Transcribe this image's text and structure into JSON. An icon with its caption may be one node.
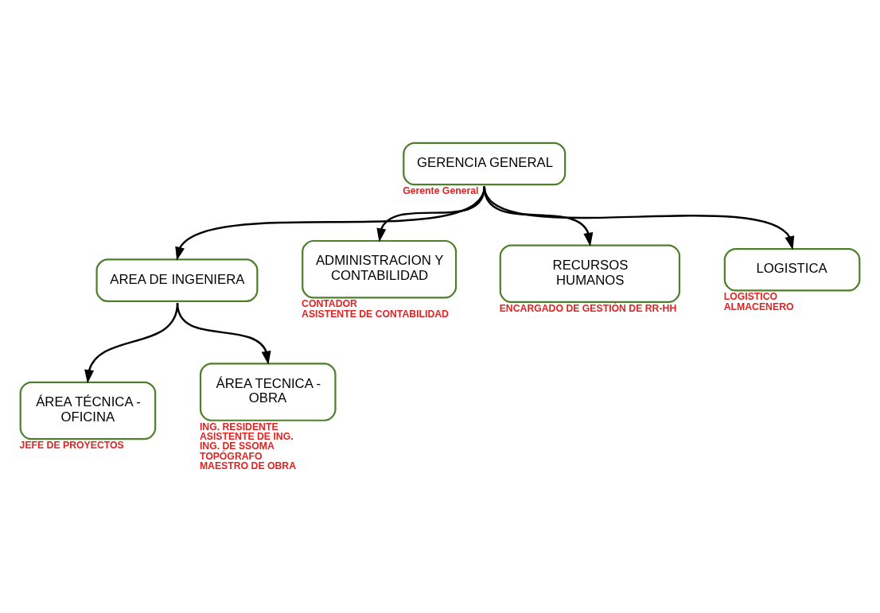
{
  "diagram": {
    "nodes": [
      {
        "text": [
          "GERENCIA GENERAL"
        ],
        "beside": [
          "Gerente General"
        ]
      },
      {
        "text": [
          "AREA DE INGENIERA"
        ]
      },
      {
        "text": [
          "ADMINISTRACION Y CONTABILIDAD"
        ],
        "beside": [
          "CONTADOR",
          "ASISTENTE DE CONTABILIDAD"
        ]
      },
      {
        "text": [
          "RECURSOS HUMANOS"
        ],
        "beside": [
          "ENCARGADO DE GESTIÓN DE RR-HH"
        ]
      },
      {
        "text": [
          "LOGISTICA"
        ],
        "beside": [
          "LOGISTICO",
          "ALMACENERO"
        ]
      },
      {
        "text": [
          "ÁREA TÉCNICA - OFICINA"
        ],
        "beside": [
          "JEFE DE PROYECTOS"
        ]
      },
      {
        "text": [
          "ÁREA TECNICA - OBRA"
        ],
        "beside": [
          "ING. RESIDENTE",
          "ASISTENTE DE ING.",
          "ING. DE SSOMA",
          "TOPÓGRAFO",
          "MAESTRO DE OBRA"
        ]
      }
    ],
    "edges": [
      {
        "from": 0,
        "to": 1,
        "arrow": "to"
      },
      {
        "from": 0,
        "to": 2,
        "arrow": "to"
      },
      {
        "from": 0,
        "to": 3,
        "arrow": "to"
      },
      {
        "from": 0,
        "to": 4,
        "arrow": "to"
      },
      {
        "from": 1,
        "to": 5,
        "arrow": "to"
      },
      {
        "from": 1,
        "to": 6,
        "arrow": "to"
      }
    ]
  }
}
